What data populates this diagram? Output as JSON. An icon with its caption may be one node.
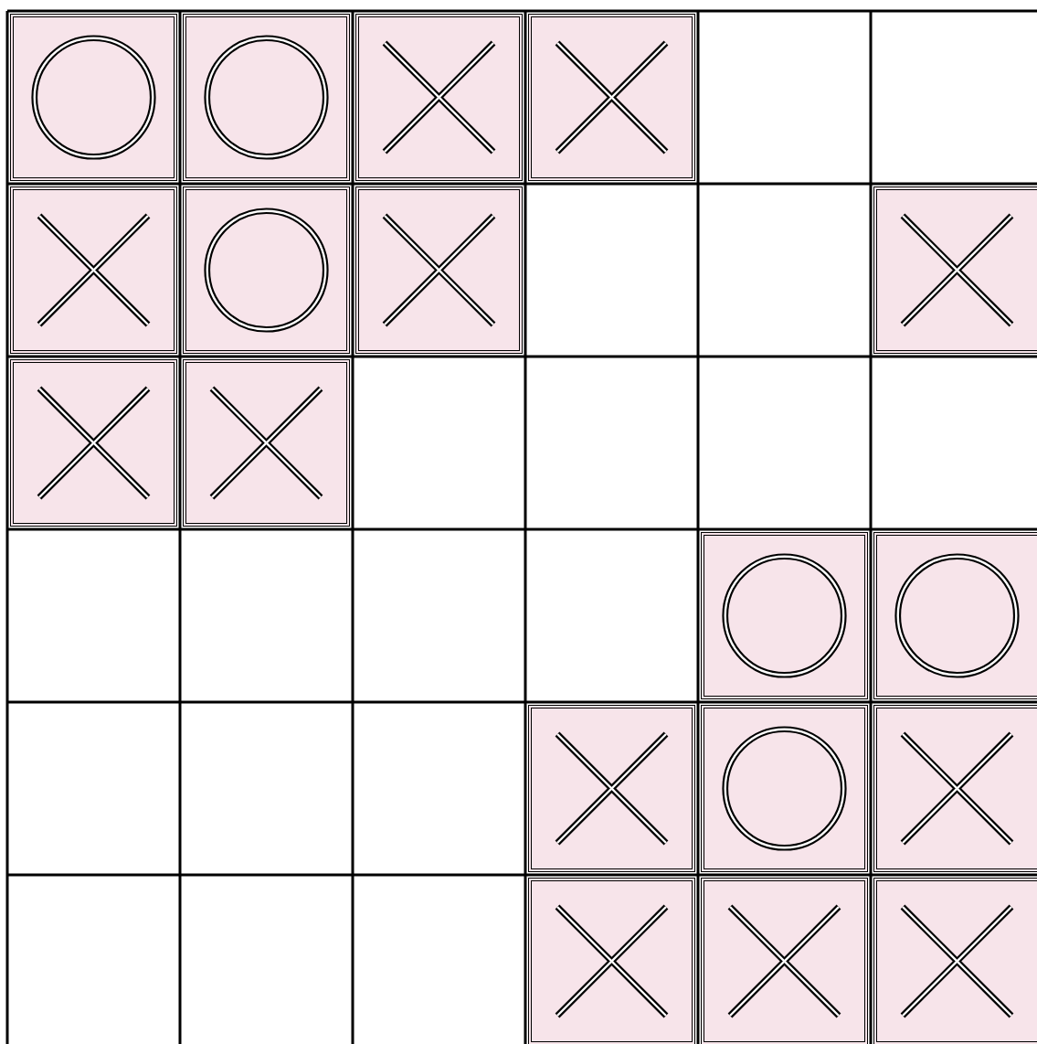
{
  "diagram": {
    "nodes": [
      {
        "text": [],
        "shape": "circle"
      },
      {
        "text": [],
        "shape": "circle"
      },
      {
        "text": [],
        "shape": "cross"
      },
      {
        "text": [],
        "shape": "cross"
      },
      {
        "text": [],
        "shape": "cross"
      },
      {
        "text": [],
        "shape": "circle"
      },
      {
        "text": [],
        "shape": "cross"
      },
      {
        "text": [],
        "shape": "cross"
      },
      {
        "text": [],
        "shape": "cross"
      },
      {
        "text": [],
        "shape": "cross"
      },
      {
        "text": [],
        "shape": "circle"
      },
      {
        "text": [],
        "shape": "circle"
      },
      {
        "text": [],
        "shape": "cross"
      },
      {
        "text": [],
        "shape": "circle"
      },
      {
        "text": [],
        "shape": "cross"
      },
      {
        "text": [],
        "shape": "cross"
      },
      {
        "text": [],
        "shape": "cross"
      },
      {
        "text": [],
        "shape": "cross"
      }
    ]
  }
}
